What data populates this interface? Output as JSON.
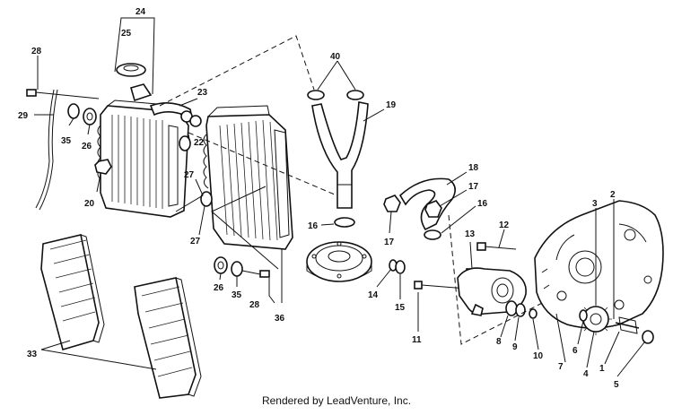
{
  "labels": [
    {
      "id": "24",
      "text": "24"
    },
    {
      "id": "25",
      "text": "25"
    },
    {
      "id": "28a",
      "text": "28"
    },
    {
      "id": "29",
      "text": "29"
    },
    {
      "id": "35a",
      "text": "35"
    },
    {
      "id": "26a",
      "text": "26"
    },
    {
      "id": "23",
      "text": "23"
    },
    {
      "id": "22",
      "text": "22"
    },
    {
      "id": "27a",
      "text": "27"
    },
    {
      "id": "20",
      "text": "20"
    },
    {
      "id": "40",
      "text": "40"
    },
    {
      "id": "19",
      "text": "19"
    },
    {
      "id": "27b",
      "text": "27"
    },
    {
      "id": "26b",
      "text": "26"
    },
    {
      "id": "35b",
      "text": "35"
    },
    {
      "id": "28b",
      "text": "28"
    },
    {
      "id": "36",
      "text": "36"
    },
    {
      "id": "16a",
      "text": "16"
    },
    {
      "id": "18",
      "text": "18"
    },
    {
      "id": "17a",
      "text": "17"
    },
    {
      "id": "16b",
      "text": "16"
    },
    {
      "id": "17b",
      "text": "17"
    },
    {
      "id": "12",
      "text": "12"
    },
    {
      "id": "13",
      "text": "13"
    },
    {
      "id": "3",
      "text": "3"
    },
    {
      "id": "2",
      "text": "2"
    },
    {
      "id": "14",
      "text": "14"
    },
    {
      "id": "15",
      "text": "15"
    },
    {
      "id": "11",
      "text": "11"
    },
    {
      "id": "8",
      "text": "8"
    },
    {
      "id": "9",
      "text": "9"
    },
    {
      "id": "10",
      "text": "10"
    },
    {
      "id": "7",
      "text": "7"
    },
    {
      "id": "6",
      "text": "6"
    },
    {
      "id": "4",
      "text": "4"
    },
    {
      "id": "1",
      "text": "1"
    },
    {
      "id": "5",
      "text": "5"
    },
    {
      "id": "33",
      "text": "33"
    }
  ],
  "credit": "Rendered by LeadVenture, Inc."
}
